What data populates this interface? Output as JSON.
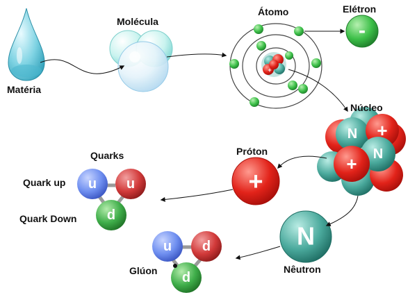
{
  "labels": {
    "materia": "Matéria",
    "molecula": "Molécula",
    "atomo": "Átomo",
    "eletron": "Elétron",
    "nucleo": "Núcleo",
    "proton": "Próton",
    "neutron": "Nêutron",
    "quarks": "Quarks",
    "quark_up": "Quark up",
    "quark_down": "Quark Down",
    "gluon": "Glúon"
  },
  "symbols": {
    "electron": "-",
    "proton": "+",
    "neutron": "N",
    "up": "u",
    "down": "d"
  },
  "colors": {
    "drop": "#5cc2d6",
    "molecule": "#9fe3e0",
    "electron": "#2fae3e",
    "proton": "#e2231a",
    "neutron": "#3d9e92",
    "up_quark": "#6f8ff0",
    "down_quark_red": "#d23a3a",
    "down_quark_green": "#3fae4a"
  }
}
